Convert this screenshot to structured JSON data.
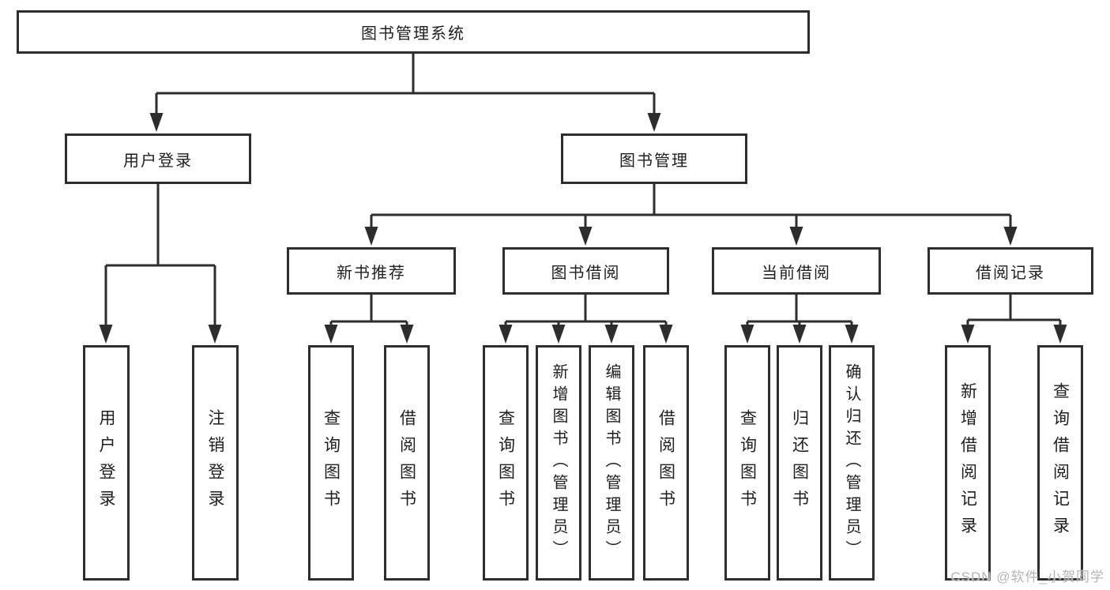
{
  "colors": {
    "background": "#ffffff",
    "line": "#2d2d2d",
    "box_border": "#2d2d2d",
    "text": "#1e1e1e",
    "watermark": "#b4b4b4"
  },
  "nodes": {
    "root": "图书管理系统",
    "user_login": "用户登录",
    "book_management": "图书管理",
    "new_book_recommend": "新书推荐",
    "book_borrow": "图书借阅",
    "current_borrow": "当前借阅",
    "borrow_records": "借阅记录"
  },
  "leaves": {
    "login": "用户登录",
    "logout": "注销登录",
    "rec_query": "查询图书",
    "rec_borrow": "借阅图书",
    "bb_query": "查询图书",
    "bb_add": "新增图书（管理员）",
    "bb_edit": "编辑图书（管理员）",
    "bb_borrow": "借阅图书",
    "cb_query": "查询图书",
    "cb_return": "归还图书",
    "cb_confirm": "确认归还（管理员）",
    "br_add": "新增借阅记录",
    "br_query": "查询借阅记录"
  },
  "watermark": "CSDN @软件_小贺同学"
}
